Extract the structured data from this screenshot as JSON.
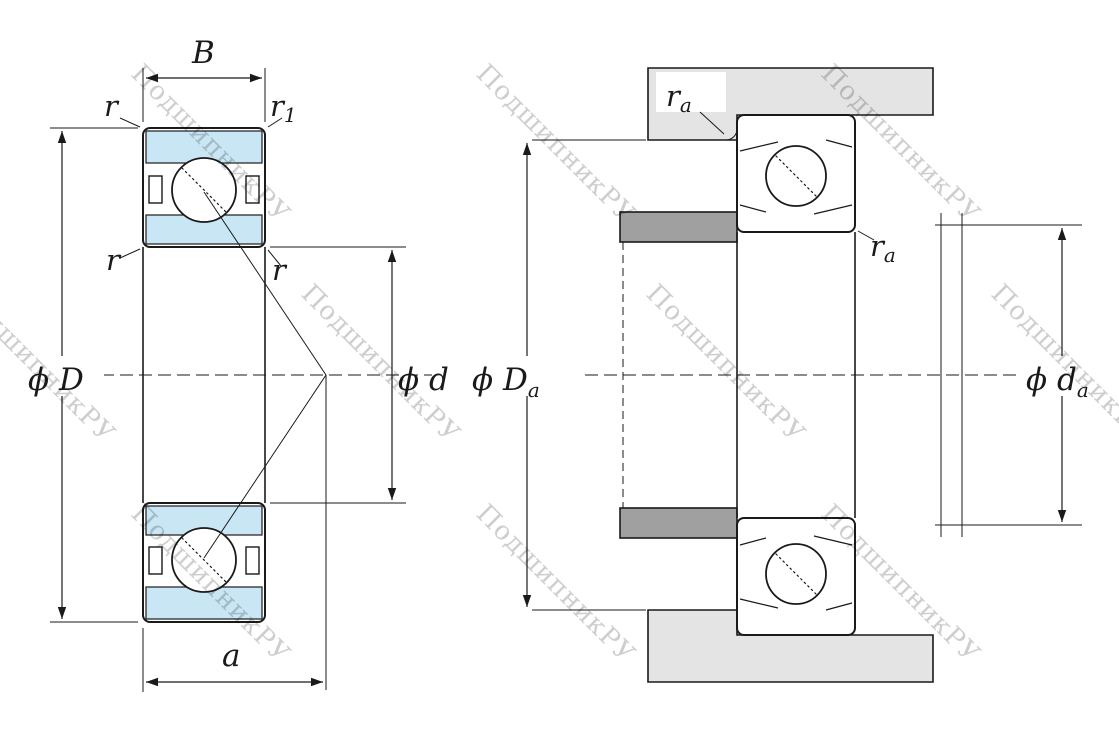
{
  "diagram": {
    "watermark": {
      "text": "ПодшипникРУ"
    },
    "colors": {
      "ring_blue": "#c9e6f5",
      "housing_gray": "#e4e4e4",
      "shaft_gray": "#a0a0a0",
      "line": "#1a1a1a",
      "watermark_gray": "#c9c9c9"
    },
    "left_view": {
      "dim_B": "B",
      "r_top_left": "r",
      "r1_base": "r",
      "r1_sub": "1",
      "r_left": "r",
      "r_right": "r",
      "dim_D": "ϕ D",
      "dim_d": "ϕ d",
      "dim_a": "a"
    },
    "right_view": {
      "ra_top_base": "r",
      "ra_top_sub": "a",
      "ra_right_base": "r",
      "ra_right_sub": "a",
      "dim_Da_base": "ϕ D",
      "dim_Da_sub": "a",
      "dim_da_base": "ϕ d",
      "dim_da_sub": "a"
    }
  }
}
